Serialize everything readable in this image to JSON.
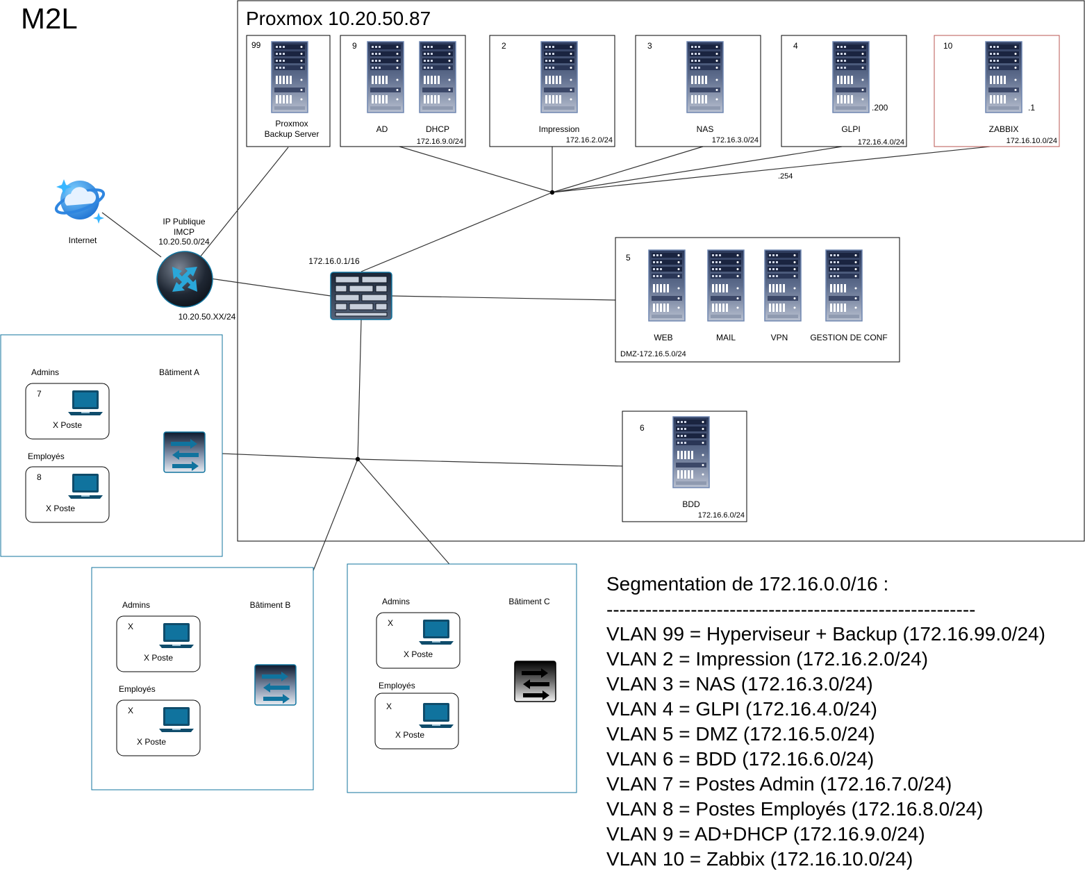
{
  "title": "M2L",
  "proxmox": {
    "label": "Proxmox 10.20.50.87"
  },
  "internet": {
    "label": "Internet"
  },
  "router": {
    "label_lines": [
      "IP Publique",
      "IMCP",
      "10.20.50.0/24"
    ],
    "wan_label": "10.20.50.XX/24"
  },
  "firewall": {
    "label": "172.16.0.1/16"
  },
  "vm_boxes": {
    "pbs": {
      "id": "99",
      "name_lines": [
        "Proxmox",
        "Backup Server"
      ]
    },
    "ad_dhcp": {
      "id": "9",
      "names": [
        "AD",
        "DHCP"
      ],
      "subnet": "172.16.9.0/24"
    },
    "impression": {
      "id": "2",
      "name": "Impression",
      "subnet": "172.16.2.0/24"
    },
    "nas": {
      "id": "3",
      "name": "NAS",
      "subnet": "172.16.3.0/24"
    },
    "glpi": {
      "id": "4",
      "name": "GLPI",
      "subnet": "172.16.4.0/24",
      "host": ".200"
    },
    "zabbix": {
      "id": "10",
      "name": "ZABBIX",
      "subnet": "172.16.10.0/24",
      "host": ".1"
    },
    "dmz": {
      "id": "5",
      "names": [
        "WEB",
        "MAIL",
        "VPN",
        "GESTION DE CONF"
      ],
      "subnet": "DMZ-172.16.5.0/24"
    },
    "bdd": {
      "id": "6",
      "name": "BDD",
      "subnet": "172.16.6.0/24"
    }
  },
  "gateway_label": ".254",
  "buildings": {
    "a": {
      "name": "Bâtiment A",
      "groups": [
        {
          "label": "Admins",
          "id": "7",
          "poste": "X Poste"
        },
        {
          "label": "Employés",
          "id": "8",
          "poste": "X Poste"
        }
      ]
    },
    "b": {
      "name": "Bâtiment B",
      "groups": [
        {
          "label": "Admins",
          "id": "X",
          "poste": "X Poste"
        },
        {
          "label": "Employés",
          "id": "X",
          "poste": "X Poste"
        }
      ]
    },
    "c": {
      "name": "Bâtiment C",
      "groups": [
        {
          "label": "Admins",
          "id": "X",
          "poste": "X Poste"
        },
        {
          "label": "Employés",
          "id": "X",
          "poste": "X Poste"
        }
      ]
    }
  },
  "segmentation": {
    "title": "Segmentation de 172.16.0.0/16 :",
    "separator": "---------------------------------------------------------",
    "lines": [
      "VLAN 99 = Hyperviseur + Backup (172.16.99.0/24)",
      "VLAN 2 = Impression (172.16.2.0/24)",
      "VLAN 3 = NAS (172.16.3.0/24)",
      "VLAN 4 = GLPI (172.16.4.0/24)",
      "VLAN 5 = DMZ (172.16.5.0/24)",
      "VLAN 6 = BDD (172.16.6.0/24)",
      "VLAN 7 = Postes Admin (172.16.7.0/24)",
      "VLAN 8 = Postes Employés (172.16.8.0/24)",
      "VLAN 9 = AD+DHCP (172.16.9.0/24)",
      "VLAN 10 = Zabbix (172.16.10.0/24)"
    ]
  },
  "icons": {
    "server": "server-rack-icon",
    "laptop": "laptop-icon",
    "switch": "switch-icon",
    "router": "router-icon",
    "firewall": "firewall-icon",
    "cloud": "internet-cloud-icon"
  },
  "colors": {
    "network_blue": "#10739e",
    "zabbix_border": "#b85450",
    "icon_dark": "#1f2a44"
  }
}
